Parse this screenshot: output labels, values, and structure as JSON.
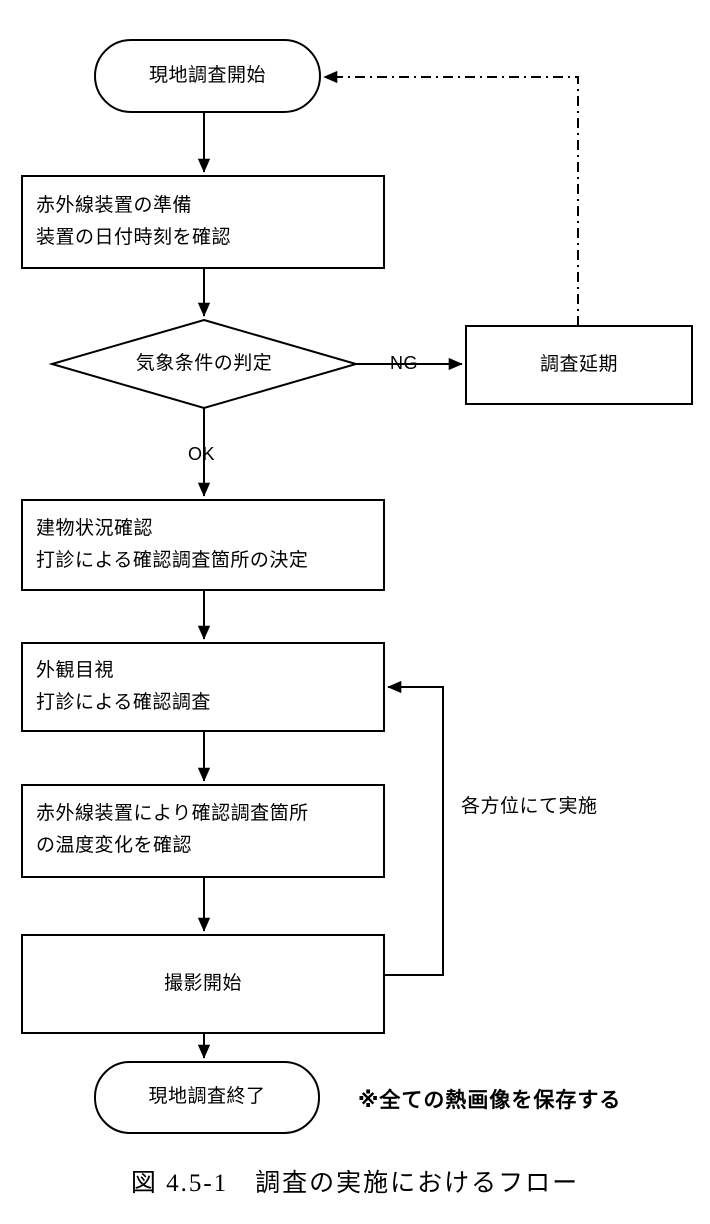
{
  "figure": {
    "caption": "図 4.5-1　調査の実施におけるフロー",
    "note": "※全ての熱画像を保存する"
  },
  "nodes": {
    "start": {
      "shape": "stadium",
      "label": "現地調査開始"
    },
    "prepare": {
      "shape": "process",
      "line1": "赤外線装置の準備",
      "line2": "装置の日付時刻を確認"
    },
    "decision": {
      "shape": "diamond",
      "label": "気象条件の判定"
    },
    "postpone": {
      "shape": "process",
      "label": "調査延期"
    },
    "building_check": {
      "shape": "process",
      "line1": "建物状況確認",
      "line2": "打診による確認調査箇所の決定"
    },
    "visual_check": {
      "shape": "process",
      "line1": "外観目視",
      "line2": "打診による確認調査"
    },
    "thermal_check": {
      "shape": "process",
      "line1": "赤外線装置により確認調査箇所",
      "line2": "の温度変化を確認"
    },
    "shooting": {
      "shape": "process",
      "label": "撮影開始"
    },
    "end": {
      "shape": "stadium",
      "label": "現地調査終了"
    }
  },
  "edges": {
    "ng_label": "NG",
    "ok_label": "OK",
    "loop_label": "各方位にて実施"
  },
  "colors": {
    "stroke": "#000000",
    "fill": "#ffffff",
    "text": "#000000"
  }
}
